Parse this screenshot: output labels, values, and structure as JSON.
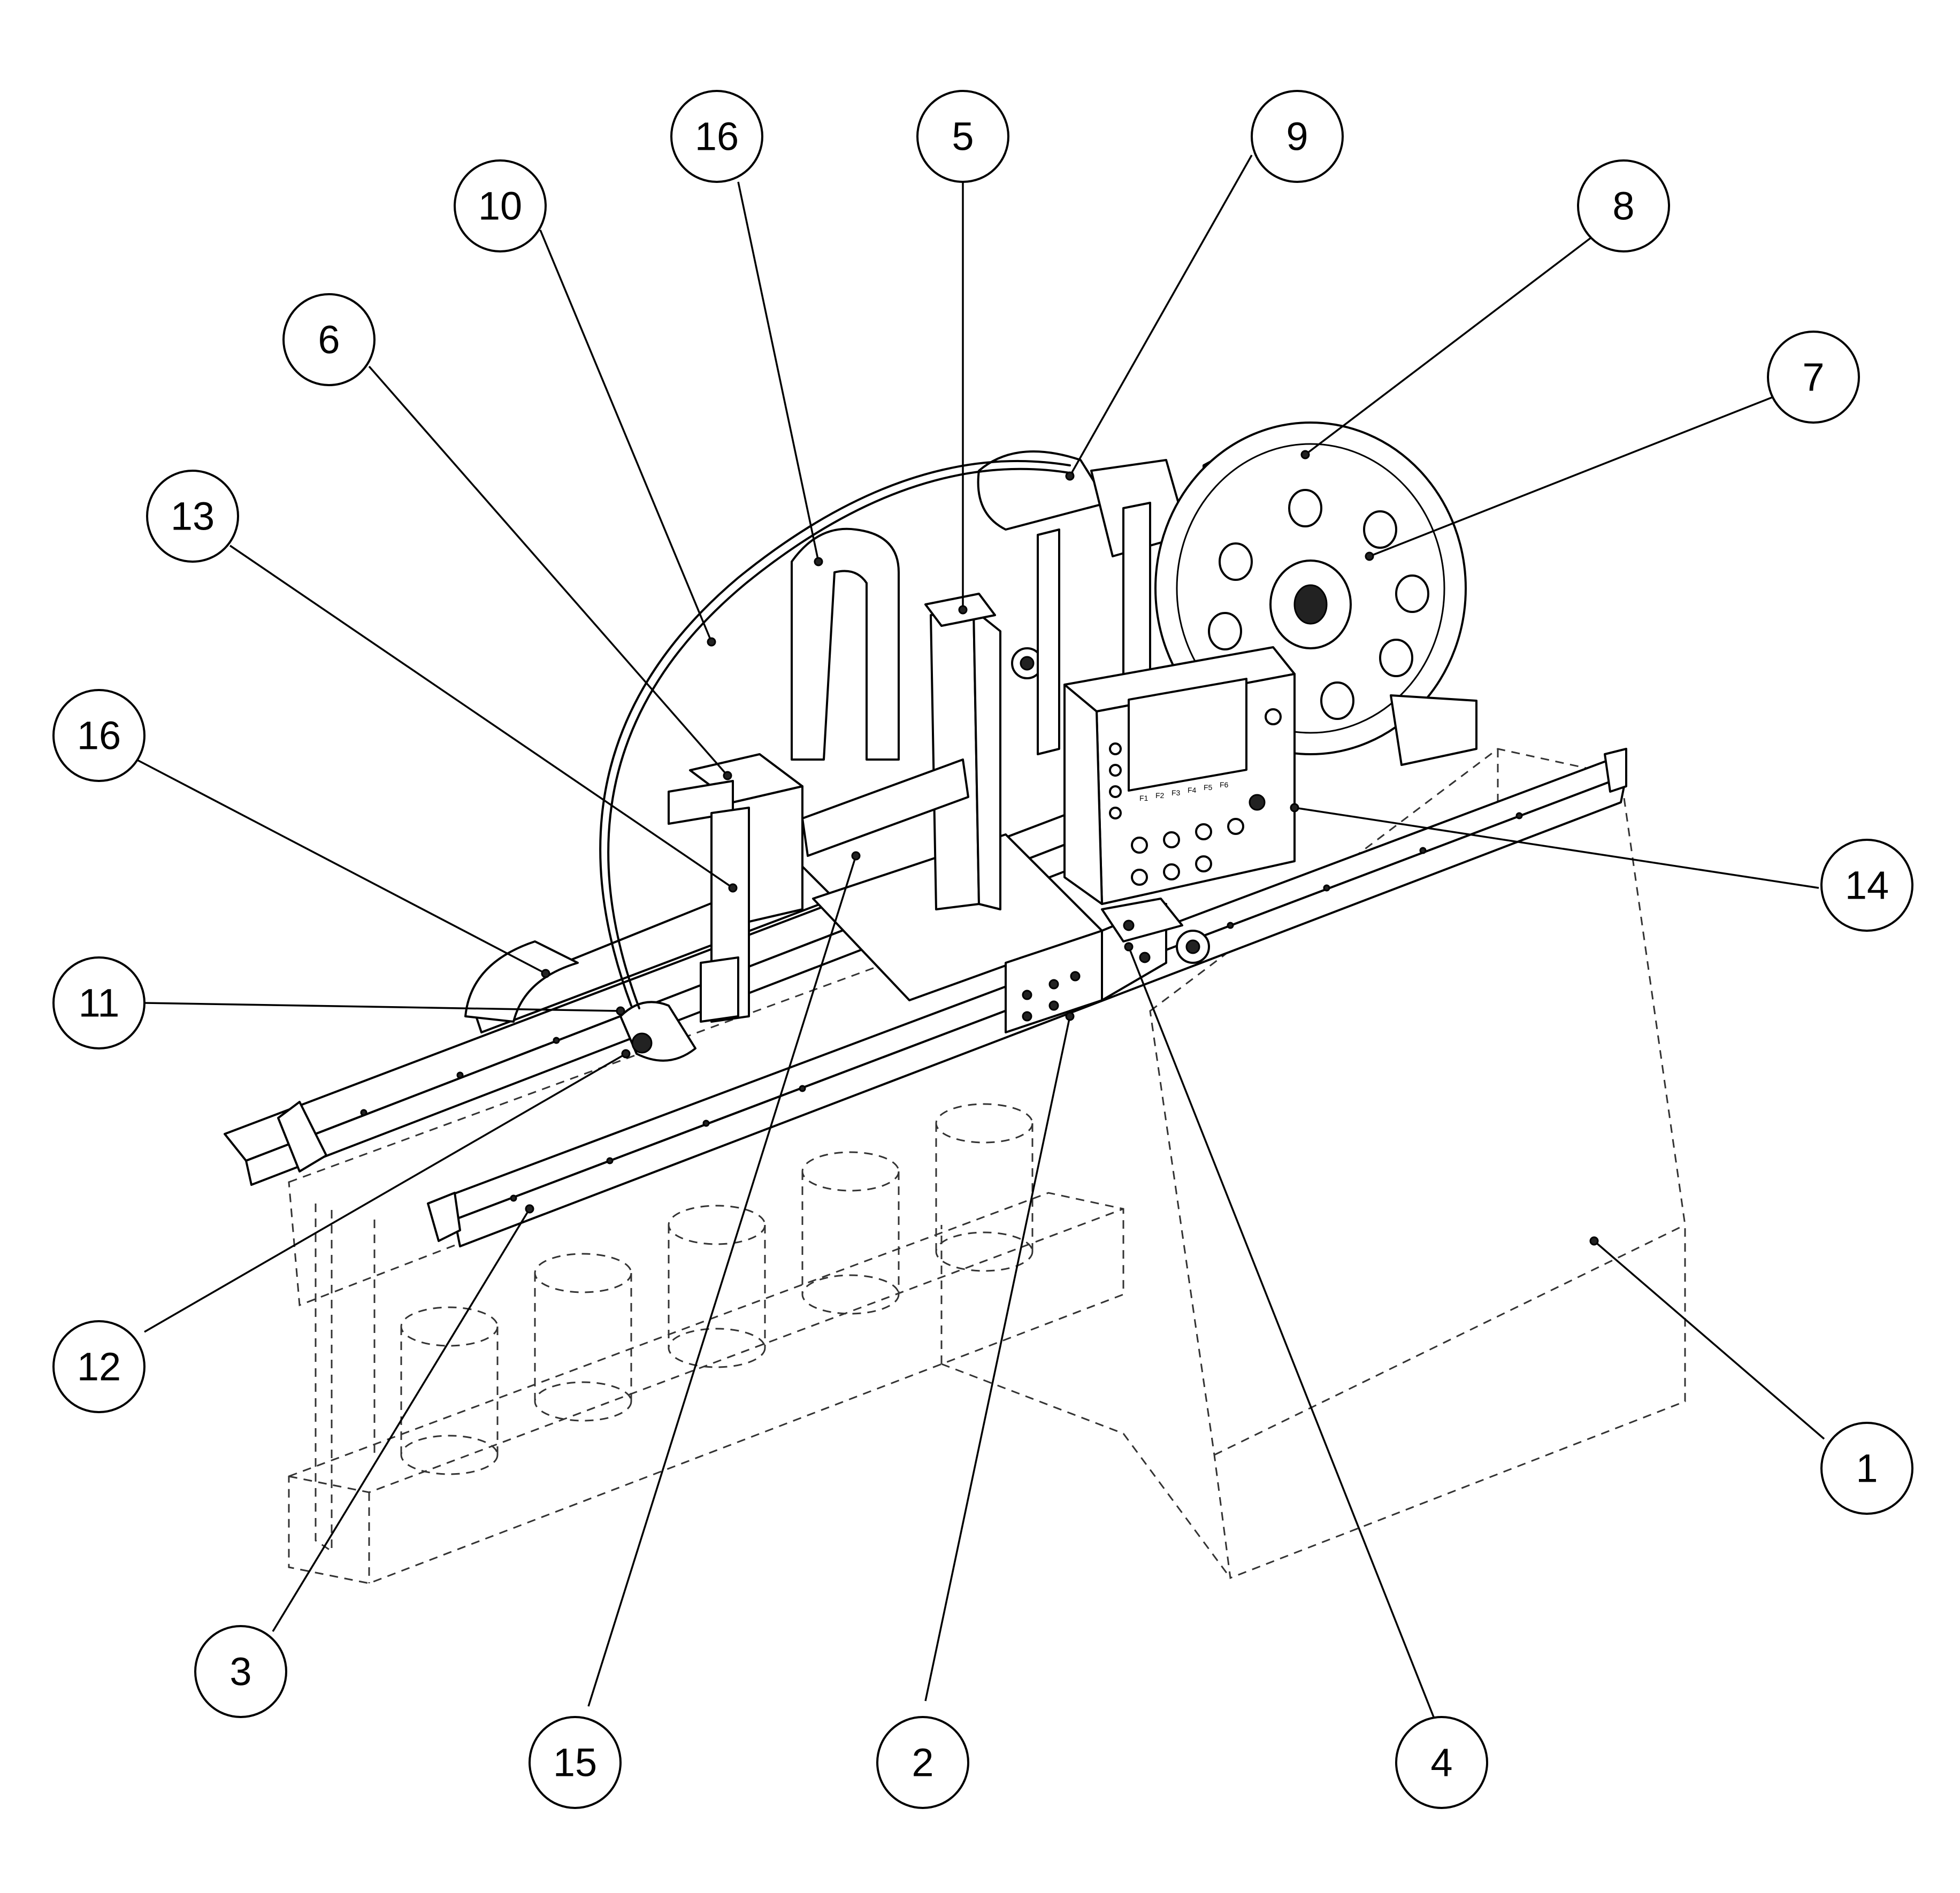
{
  "callouts": [
    {
      "label": "1"
    },
    {
      "label": "2"
    },
    {
      "label": "3"
    },
    {
      "label": "4"
    },
    {
      "label": "5"
    },
    {
      "label": "6"
    },
    {
      "label": "7"
    },
    {
      "label": "8"
    },
    {
      "label": "9"
    },
    {
      "label": "10"
    },
    {
      "label": "11"
    },
    {
      "label": "12"
    },
    {
      "label": "13"
    },
    {
      "label": "14"
    },
    {
      "label": "15"
    },
    {
      "label": "16"
    },
    {
      "label": "16"
    }
  ],
  "control_panel": {
    "key_labels": [
      "F1",
      "F2",
      "F3",
      "F4",
      "F5",
      "F6"
    ]
  }
}
